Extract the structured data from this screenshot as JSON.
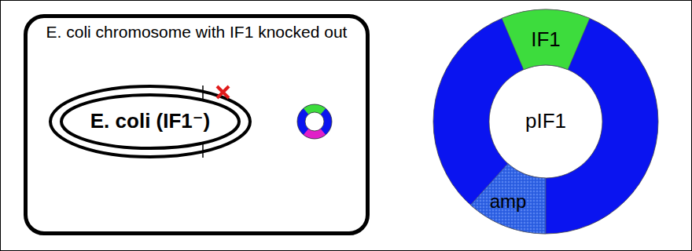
{
  "diagram": {
    "nodes": [
      {
        "text": [
          "E. coli chromosome with IF1 knocked out"
        ]
      },
      {
        "text": [
          "E. coli (IF1⁻)"
        ],
        "in": 0
      },
      {
        "text": [
          "pIF1"
        ]
      },
      {
        "text": [
          "IF1"
        ],
        "in": 2
      },
      {
        "text": [
          "amp"
        ],
        "in": 2
      }
    ]
  }
}
